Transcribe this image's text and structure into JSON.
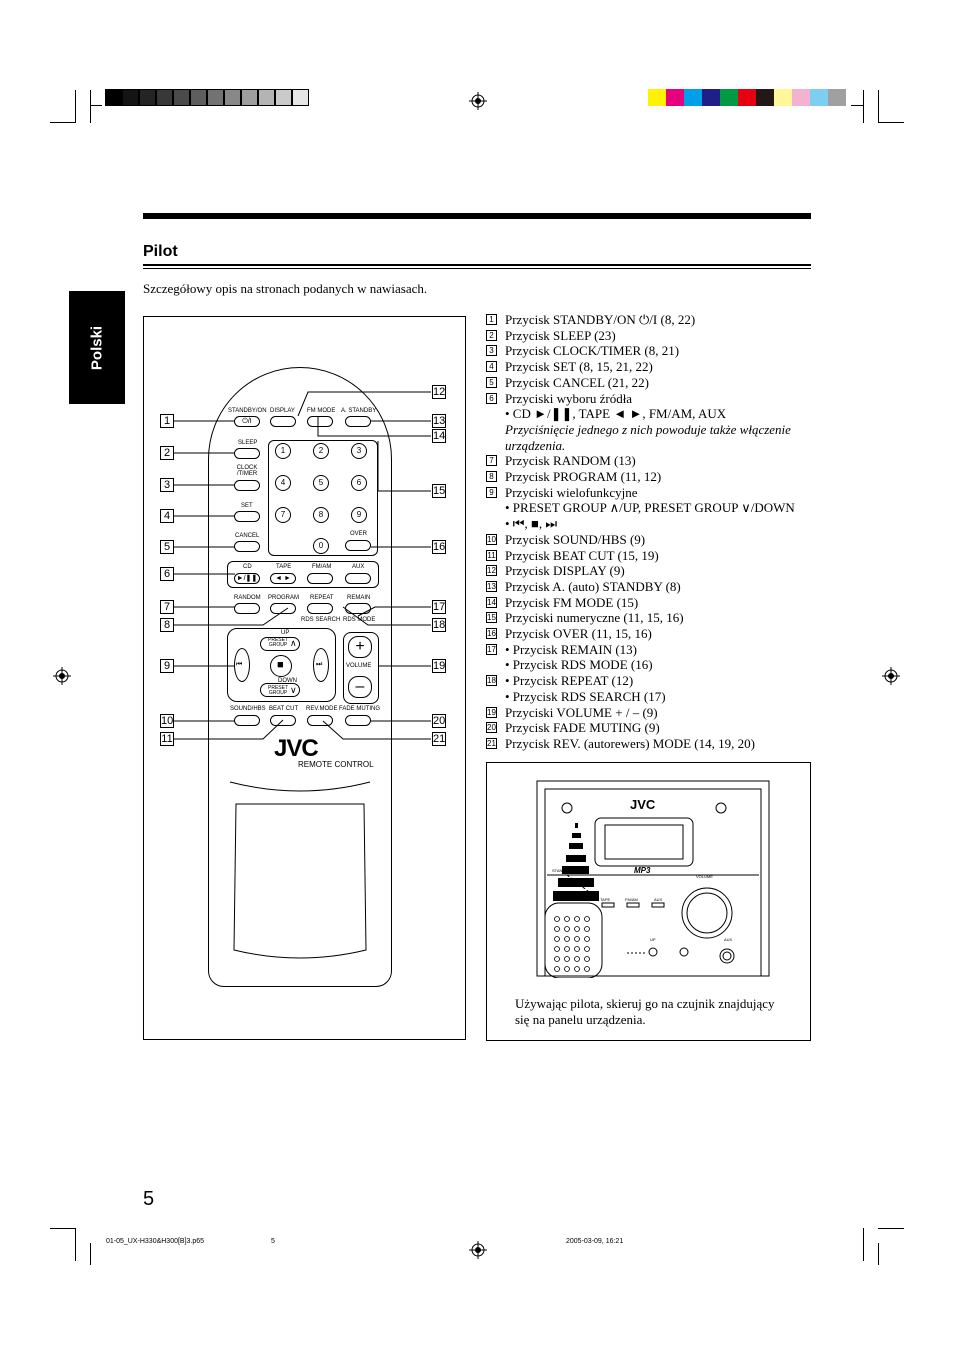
{
  "color_bars": {
    "left": [
      "#000000",
      "#141414",
      "#242424",
      "#383838",
      "#4a4a4a",
      "#5e5e5e",
      "#727272",
      "#888888",
      "#9e9e9e",
      "#b4b4b4",
      "#cacaca",
      "#e6e6e6"
    ],
    "right": [
      "#fff200",
      "#e6007e",
      "#00a0e9",
      "#1d2088",
      "#009944",
      "#e60012",
      "#231815",
      "#fff799",
      "#f5b2d0",
      "#7ecef4",
      "#a0a0a0"
    ]
  },
  "section": {
    "title": "Pilot",
    "intro": "Szczegółowy opis na stronach podanych w nawiasach.",
    "side_tab": "Polski"
  },
  "remote": {
    "labels": {
      "standby_on": "STANDBY/ON",
      "display": "DISPLAY",
      "fm_mode": "FM MODE",
      "a_standby": "A. STANDBY",
      "sleep": "SLEEP",
      "clock_timer": "CLOCK /TIMER",
      "set": "SET",
      "cancel": "CANCEL",
      "cd": "CD",
      "tape": "TAPE",
      "fm_am": "FM/AM",
      "aux": "AUX",
      "over": "OVER",
      "random": "RANDOM",
      "program": "PROGRAM",
      "repeat": "REPEAT",
      "remain": "REMAIN",
      "rds_search": "RDS SEARCH",
      "rds_mode": "RDS MODE",
      "up": "UP",
      "preset_group": "PRESET GROUP",
      "down": "DOWN",
      "volume": "VOLUME",
      "sound_hbs": "SOUND/HBS",
      "beat_cut": "BEAT CUT",
      "rev_mode": "REV.MODE",
      "fade_muting": "FADE MUTING",
      "brand": "JVC",
      "remote_control": "REMOTE CONTROL"
    },
    "numbers": [
      "1",
      "2",
      "3",
      "4",
      "5",
      "6",
      "7",
      "8",
      "9",
      "0"
    ],
    "glyphs": {
      "standby": "⏻/I",
      "cd": "►/❚❚",
      "tape": "◄ ►",
      "prev": "⏮",
      "next": "⏭",
      "stop": "■",
      "up": "∧",
      "down": "∨",
      "plus": "+",
      "minus": "–"
    }
  },
  "callouts": [
    "1",
    "2",
    "3",
    "4",
    "5",
    "6",
    "7",
    "8",
    "9",
    "10",
    "11",
    "12",
    "13",
    "14",
    "15",
    "16",
    "17",
    "18",
    "19",
    "20",
    "21"
  ],
  "list": [
    {
      "n": "1",
      "text": "Przycisk STANDBY/ON ⏻/I (8, 22)"
    },
    {
      "n": "2",
      "text": "Przycisk SLEEP (23)"
    },
    {
      "n": "3",
      "text": "Przycisk CLOCK/TIMER (8, 21)"
    },
    {
      "n": "4",
      "text": "Przycisk SET (8, 15, 21, 22)"
    },
    {
      "n": "5",
      "text": "Przycisk CANCEL (21, 22)"
    },
    {
      "n": "6",
      "text": "Przyciski wyboru źródła"
    },
    {
      "n": "",
      "text": "• CD ►/❚❚, TAPE ◄ ►, FM/AM, AUX"
    },
    {
      "n": "",
      "text": "Przyciśnięcie jednego z nich powoduje także włączenie",
      "italic": true
    },
    {
      "n": "",
      "text": "urządzenia.",
      "italic": true
    },
    {
      "n": "7",
      "text": "Przycisk RANDOM (13)"
    },
    {
      "n": "8",
      "text": "Przycisk PROGRAM (11, 12)"
    },
    {
      "n": "9",
      "text": "Przyciski wielofunkcyjne"
    },
    {
      "n": "",
      "text": "• PRESET GROUP ∧/UP, PRESET GROUP ∨/DOWN"
    },
    {
      "n": "",
      "text": "• ⏮, ■, ⏭"
    },
    {
      "n": "10",
      "text": "Przycisk SOUND/HBS (9)"
    },
    {
      "n": "11",
      "text": "Przycisk BEAT CUT (15, 19)"
    },
    {
      "n": "12",
      "text": "Przycisk DISPLAY (9)"
    },
    {
      "n": "13",
      "text": "Przycisk A. (auto) STANDBY (8)"
    },
    {
      "n": "14",
      "text": "Przycisk FM MODE (15)"
    },
    {
      "n": "15",
      "text": "Przyciski numeryczne (11, 15, 16)"
    },
    {
      "n": "16",
      "text": "Przycisk OVER (11, 15, 16)"
    },
    {
      "n": "17",
      "text": "• Przycisk REMAIN (13)"
    },
    {
      "n": "",
      "text": "• Przycisk RDS MODE (16)"
    },
    {
      "n": "18",
      "text": "• Przycisk REPEAT (12)"
    },
    {
      "n": "",
      "text": "• Przycisk RDS SEARCH (17)"
    },
    {
      "n": "19",
      "text": "Przyciski VOLUME + / – (9)"
    },
    {
      "n": "20",
      "text": "Przycisk FADE MUTING (9)"
    },
    {
      "n": "21",
      "text": "Przycisk REV. (autorewers) MODE (14, 19, 20)"
    }
  ],
  "device": {
    "brand": "JVC",
    "standby": "STANDBY",
    "volume": "VOLUME",
    "tape": "TAPE",
    "fm_am": "FM/AM",
    "aux": "AUX",
    "up": "UP",
    "mp3": "MP3"
  },
  "caption": "Używając pilota, skieruj go na czujnik znajdujący się na panelu urządzenia.",
  "page_number": "5",
  "footer": {
    "file": "01-05_UX-H330&H300[B]3.p65",
    "page": "5",
    "date": "2005-03-09, 16:21"
  }
}
